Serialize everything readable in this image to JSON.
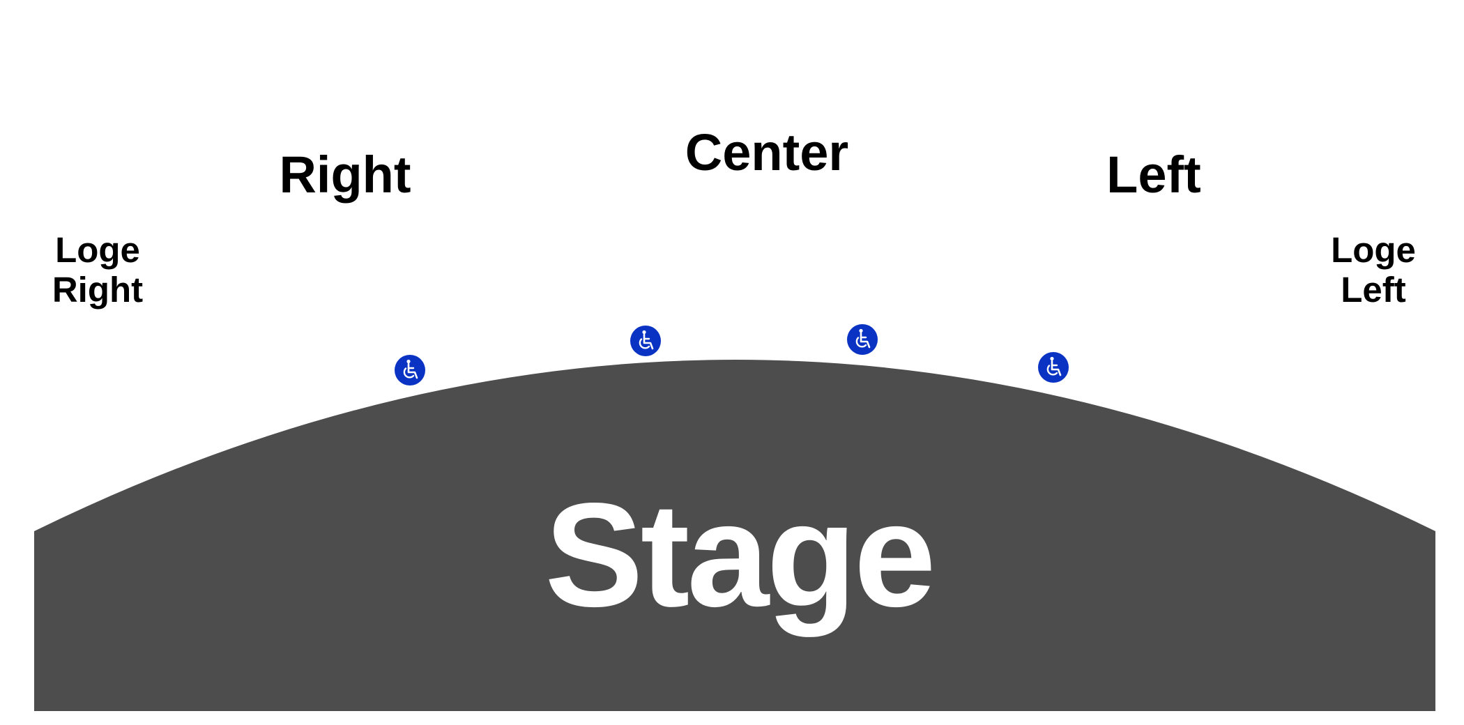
{
  "sections": {
    "center": "Center",
    "right": "Right",
    "left": "Left",
    "loge_right": [
      "Loge",
      "Right"
    ],
    "loge_left": [
      "Loge",
      "Left"
    ]
  },
  "stage": {
    "label": "Stage",
    "fill_color": "#4d4d4d",
    "text_color": "#ffffff"
  },
  "accessible_seating": {
    "icon": "wheelchair-icon",
    "count": 4,
    "color": "#0a33c4"
  }
}
